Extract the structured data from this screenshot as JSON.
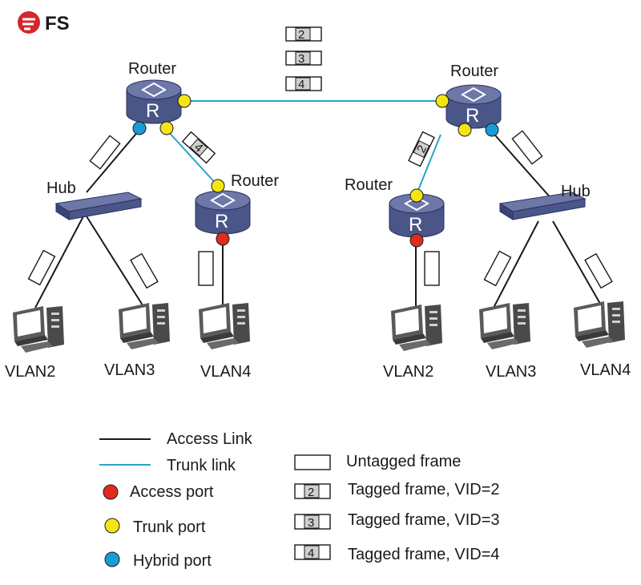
{
  "logo": {
    "text": "FS",
    "color": "#d4262b"
  },
  "colors": {
    "access_link": "#1a1a1a",
    "trunk_link": "#2aa3c9",
    "access_port": "#e02b20",
    "trunk_port": "#f5e414",
    "hybrid_port": "#1a9ad6",
    "device_fill": "#4a5688",
    "device_top": "#6d77a8"
  },
  "devices": {
    "router_left": "Router",
    "router_right": "Router",
    "router_mid_left": "Router",
    "router_mid_right": "Router",
    "hub_left": "Hub",
    "hub_right": "Hub",
    "router_glyph": "R"
  },
  "frames": {
    "top": [
      "2",
      "3",
      "4"
    ],
    "left_trunk": "4",
    "right_trunk": "2"
  },
  "hosts": {
    "left": [
      "VLAN2",
      "VLAN3",
      "VLAN4"
    ],
    "right": [
      "VLAN2",
      "VLAN3",
      "VLAN4"
    ]
  },
  "legend": {
    "access_link": "Access Link",
    "trunk_link": "Trunk link",
    "access_port": "Access port",
    "trunk_port": "Trunk port",
    "hybrid_port": "Hybrid port",
    "untagged": "Untagged frame",
    "tagged_2": "Tagged frame, VID=2",
    "tagged_3": "Tagged frame, VID=3",
    "tagged_4": "Tagged frame, VID=4",
    "tag_2": "2",
    "tag_3": "3",
    "tag_4": "4"
  }
}
